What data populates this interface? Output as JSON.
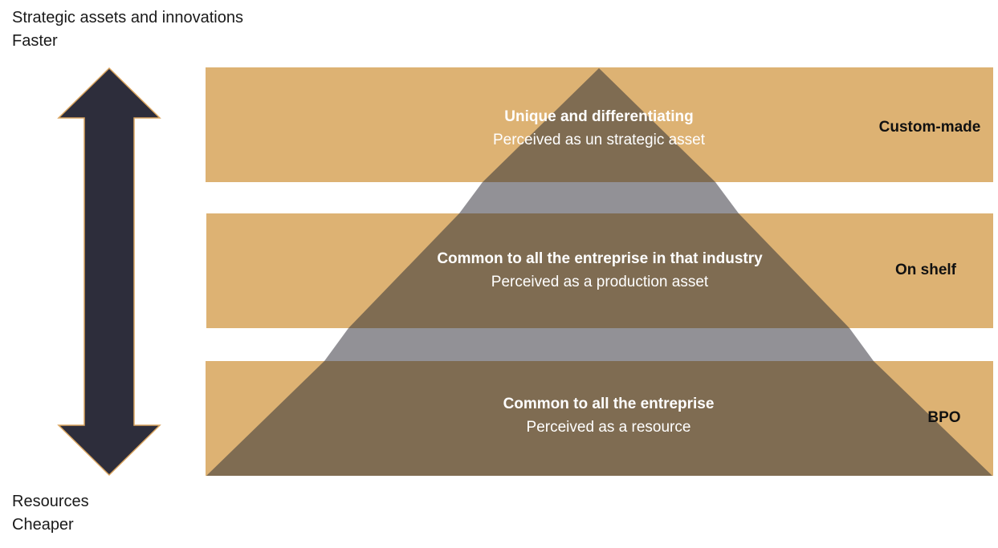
{
  "left_axis": {
    "top": [
      "Strategic assets and innovations",
      "Faster"
    ],
    "bottom": [
      "Resources",
      "Cheaper"
    ]
  },
  "tiers": [
    {
      "title": "Unique and differentiating",
      "subtitle": "Perceived as un strategic asset",
      "label": "Custom-made"
    },
    {
      "title": "Common to all the entreprise in that industry",
      "subtitle": "Perceived as a production asset",
      "label": "On shelf"
    },
    {
      "title": "Common to all the entreprise",
      "subtitle": "Perceived as a resource",
      "label": "BPO"
    }
  ],
  "colors": {
    "band": "#ddb273",
    "pyramid": "#7f6c52",
    "gap": "#929196",
    "arrow": "#2d2d3b",
    "arrow_outline": "#d9a45f"
  }
}
